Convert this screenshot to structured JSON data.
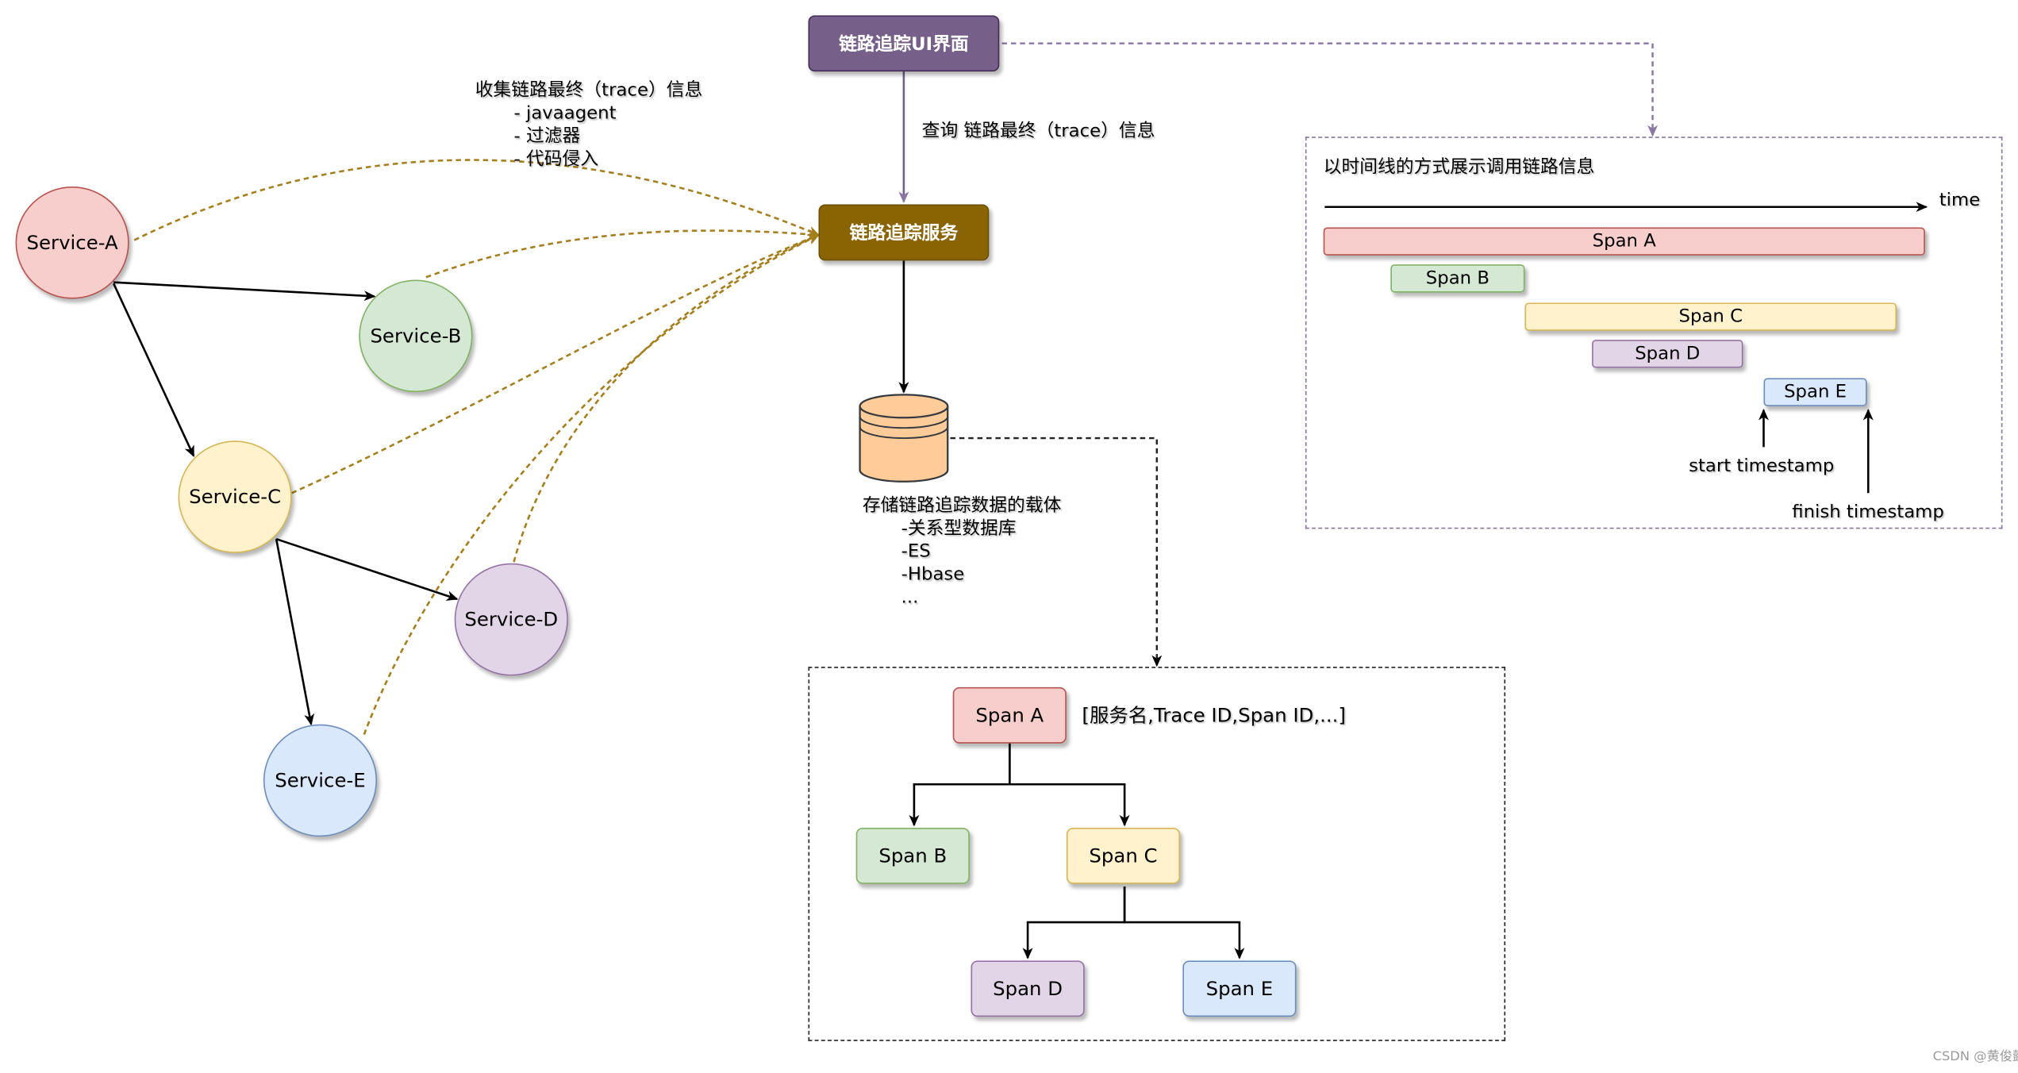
{
  "colors": {
    "red": {
      "fill": "#f8cecc",
      "stroke": "#b85450"
    },
    "green": {
      "fill": "#d5e8d4",
      "stroke": "#82b366"
    },
    "yellow": {
      "fill": "#fff2cc",
      "stroke": "#d6b656"
    },
    "purple": {
      "fill": "#e1d5e7",
      "stroke": "#9673a6"
    },
    "blue": {
      "fill": "#dae8fc",
      "stroke": "#6c8ebf"
    },
    "ui_box": "#76608a",
    "trace_service_box": "#8a6402",
    "collect_line": "#a57e1d",
    "query_line": "#8a76a3",
    "db_fill": "#ffcc99"
  },
  "services": {
    "a": "Service-A",
    "b": "Service-B",
    "c": "Service-C",
    "d": "Service-D",
    "e": "Service-E"
  },
  "trace_ui": "链路追踪UI界面",
  "trace_service": "链路追踪服务",
  "query_label": "查询 链路最终（trace）信息",
  "collect_label": {
    "title": "收集链路最终（trace）信息",
    "items": [
      "-  javaagent",
      "-  过滤器",
      "-  代码侵入"
    ]
  },
  "storage_label": {
    "title": "存储链路追踪数据的载体",
    "items": [
      "-关系型数据库",
      "-ES",
      "-Hbase",
      "..."
    ]
  },
  "span_tree": {
    "a": "Span A",
    "b": "Span B",
    "c": "Span C",
    "d": "Span D",
    "e": "Span E",
    "fields": "[服务名,Trace ID,Span ID,...]"
  },
  "timeline": {
    "title": "以时间线的方式展示调用链路信息",
    "axis_label": "time",
    "spans": {
      "a": "Span A",
      "b": "Span B",
      "c": "Span C",
      "d": "Span D",
      "e": "Span E"
    },
    "start_label": "start timestamp",
    "finish_label": "finish timestamp"
  },
  "credit": "CSDN @黄俊懿"
}
